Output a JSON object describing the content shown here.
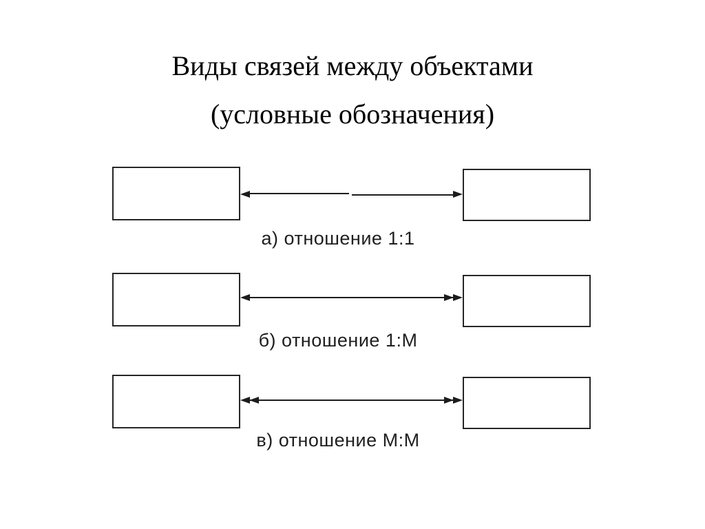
{
  "title": "Виды связей между объектами",
  "subtitle": "(условные обозначения)",
  "colors": {
    "background": "#ffffff",
    "line": "#1c1c1c",
    "box_border": "#262626",
    "title_text": "#000000",
    "label_text": "#1f1f1f"
  },
  "diagram": {
    "rows": [
      {
        "id": "1-1",
        "label": "а) отношение 1:1",
        "left_arrowheads": 1,
        "right_arrowheads": 1
      },
      {
        "id": "1-m",
        "label": "б) отношение 1:М",
        "left_arrowheads": 1,
        "right_arrowheads": 2
      },
      {
        "id": "m-m",
        "label": "в) отношение М:М",
        "left_arrowheads": 2,
        "right_arrowheads": 2
      }
    ]
  }
}
